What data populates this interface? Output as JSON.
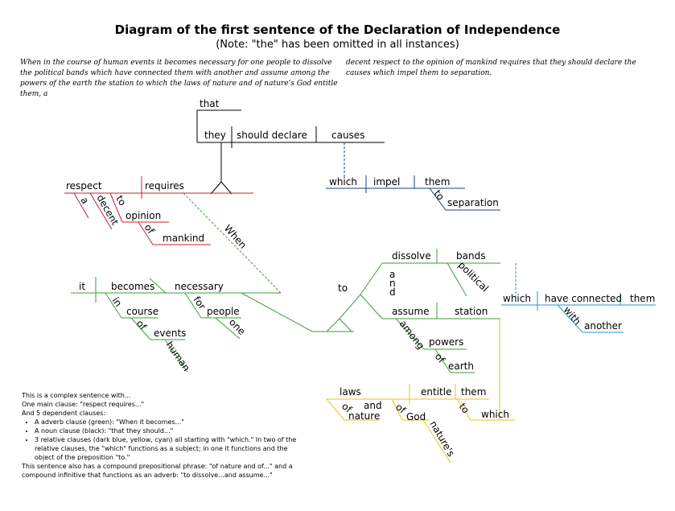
{
  "title": "Diagram of the first sentence of the Declaration of Independence",
  "subtitle": "(Note: \"the\" has been omitted in all instances)",
  "sentence": {
    "part1": "When in the course of human events it becomes necessary for one people to dissolve the political bands which have connected them with another and assume among the powers of the earth the station to which the laws of nature and of nature’s God entitle them, a",
    "part2": "decent respect to the opinion of mankind requires that they should declare the causes which impel them to separation."
  },
  "words": {
    "that": "that",
    "they": "they",
    "should_declare": "should declare",
    "causes": "causes",
    "which": "which",
    "impel": "impel",
    "them": "them",
    "to": "to",
    "separation": "separation",
    "respect": "respect",
    "requires": "requires",
    "a": "a",
    "decent": "decent",
    "opinion": "opinion",
    "of": "of",
    "mankind": "mankind",
    "when": "When",
    "it": "it",
    "becomes": "becomes",
    "necessary": "necessary",
    "in": "in",
    "course": "course",
    "events": "events",
    "human": "human",
    "for": "for",
    "people": "people",
    "one": "one",
    "dissolve": "dissolve",
    "bands": "bands",
    "political": "political",
    "and_vertical": "a n d",
    "assume": "assume",
    "station": "station",
    "among": "among",
    "powers": "powers",
    "earth": "earth",
    "have_connected": "have connected",
    "with": "with",
    "another": "another",
    "laws": "laws",
    "and": "and",
    "nature": "nature",
    "god": "God",
    "entitle": "entitle",
    "natures": "nature's"
  },
  "notes": {
    "intro": "This is a complex sentence with...",
    "main_clause": "One main clause: \"respect requires...\"",
    "dependent_intro": "And 5 dependent clauses:",
    "items": [
      "A adverb clause (green): \"When it becomes...\"",
      "A noun clause (black): \"that they should...\"",
      "3 relative clauses (dark blue, yellow, cyan) all starting with \"which.\" In two of the relative clauses, the \"which\" functions as a subject; in one it functions and the object of the preposition \"to.\""
    ],
    "outro": "This sentence also has a compound prepositional phrase: \"of nature and of...\" and a compound infinitive that functions as an adverb: \"to dissolve...and assume...\""
  },
  "colors": {
    "main_clause": "#cc1f2e",
    "noun_clause": "#000000",
    "adverb_clause": "#3a9e3a",
    "relative_blue": "#1a3c8c",
    "relative_yellow": "#e6c619",
    "relative_cyan": "#1a9ad6"
  }
}
